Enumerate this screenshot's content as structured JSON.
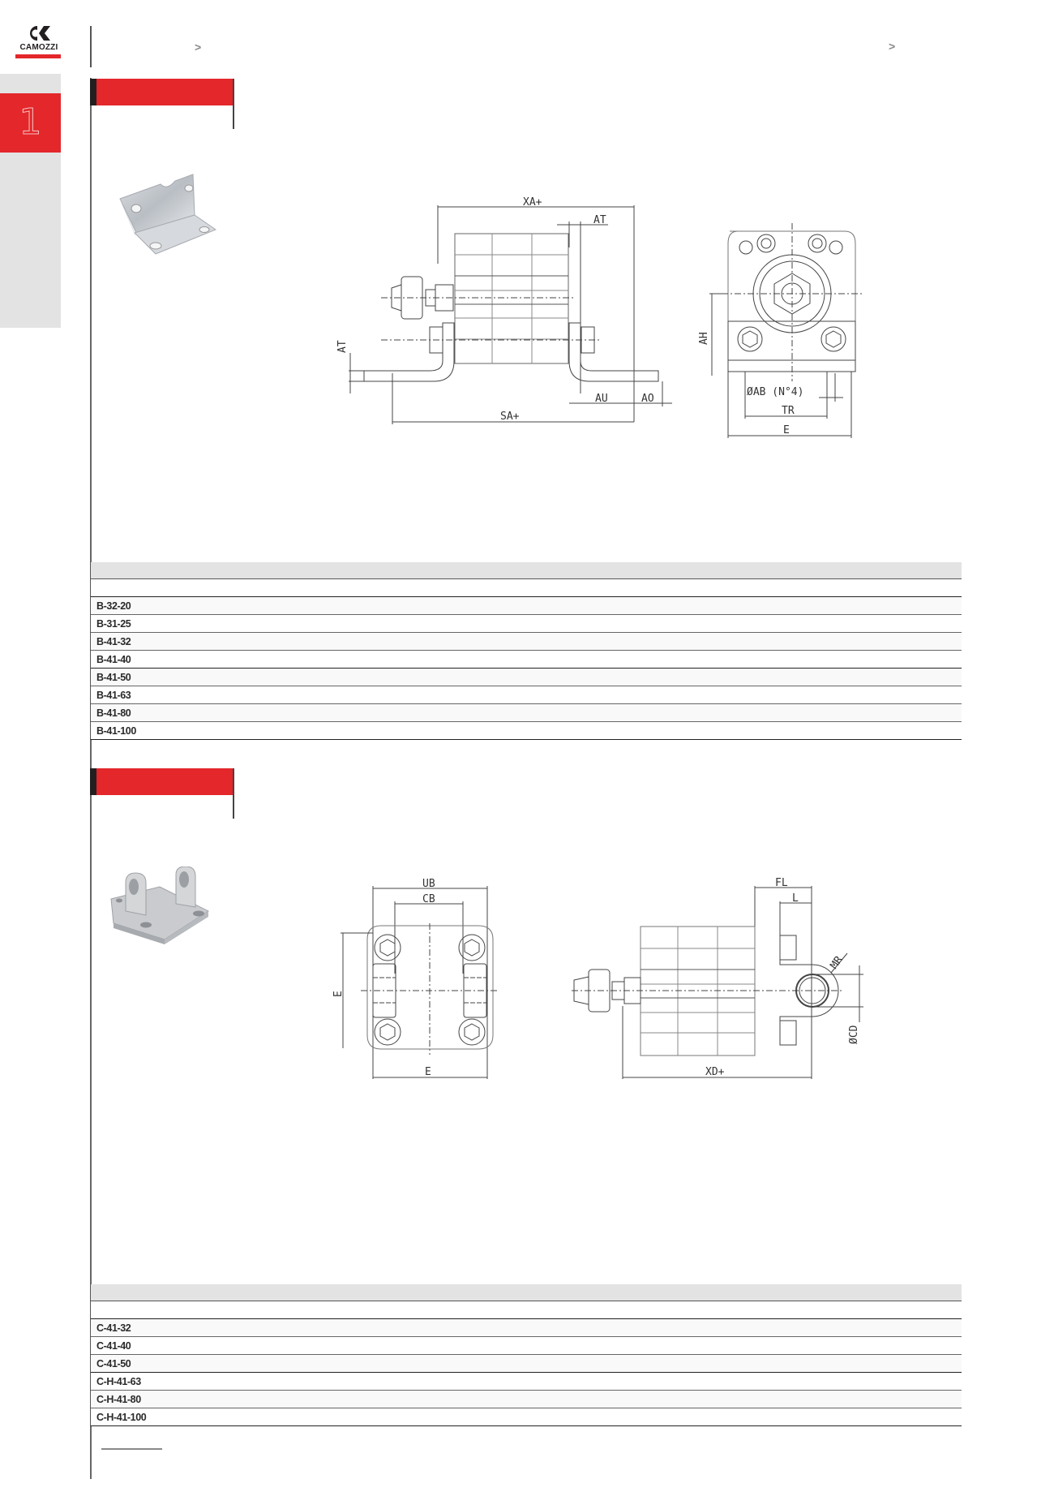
{
  "brand": {
    "name": "CAMOZZI",
    "accent_color": "#e3272b",
    "dark_color": "#231f20"
  },
  "header": {
    "breadcrumb_separator_1": ">",
    "breadcrumb_separator_2": ">"
  },
  "sidebar": {
    "chapter_number": "1"
  },
  "sections": [
    {
      "title": "",
      "photo_icon": "foot-mounting-bracket-photo",
      "drawing_labels": {
        "side_view": [
          "XA+",
          "AT",
          "AT",
          "AU",
          "AO",
          "SA+"
        ],
        "front_view": [
          "AH",
          "ØAB (N°4)",
          "TR",
          "E"
        ]
      },
      "table": {
        "header": "",
        "subheader": "",
        "rows": [
          {
            "code": "B-32-20"
          },
          {
            "code": "B-31-25"
          },
          {
            "code": "B-41-32"
          },
          {
            "code": "B-41-40"
          },
          {
            "code": "B-41-50"
          },
          {
            "code": "B-41-63"
          },
          {
            "code": "B-41-80"
          },
          {
            "code": "B-41-100"
          }
        ]
      }
    },
    {
      "title": "",
      "photo_icon": "rear-clevis-mounting-photo",
      "drawing_labels": {
        "rear_view": [
          "UB",
          "CB",
          "E",
          "E"
        ],
        "side_view": [
          "FL",
          "L",
          "MR",
          "ØCD",
          "XD+"
        ]
      },
      "table": {
        "header": "",
        "subheader": "",
        "rows": [
          {
            "code": "C-41-32"
          },
          {
            "code": "C-41-40"
          },
          {
            "code": "C-41-50"
          },
          {
            "code": "C-H-41-63"
          },
          {
            "code": "C-H-41-80"
          },
          {
            "code": "C-H-41-100"
          }
        ]
      }
    }
  ]
}
